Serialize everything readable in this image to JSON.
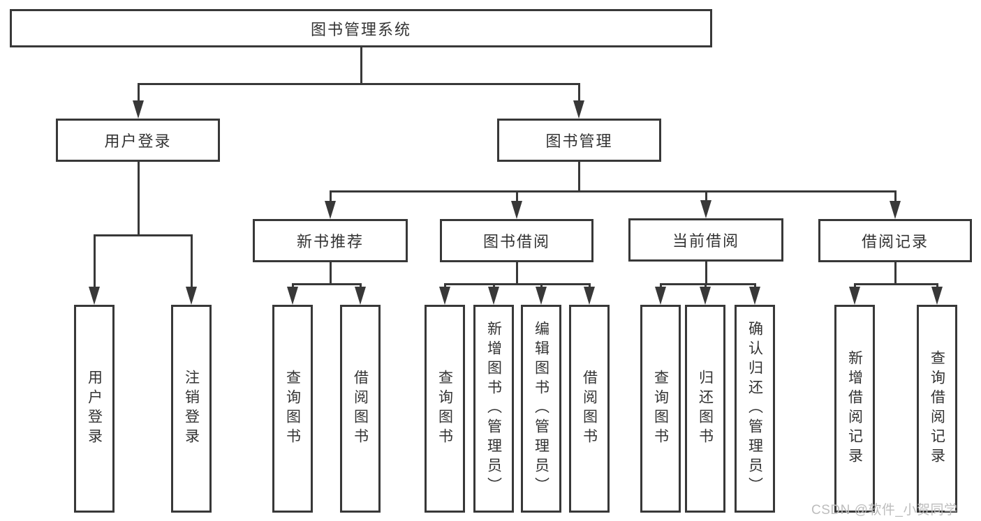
{
  "diagram": {
    "type": "hierarchy-tree",
    "root": {
      "label": "图书管理系统"
    },
    "branches": [
      {
        "label": "用户登录",
        "children": [
          {
            "label": "用户登录"
          },
          {
            "label": "注销登录"
          }
        ]
      },
      {
        "label": "图书管理",
        "children": [
          {
            "label": "新书推荐",
            "children": [
              {
                "label": "查询图书"
              },
              {
                "label": "借阅图书"
              }
            ]
          },
          {
            "label": "图书借阅",
            "children": [
              {
                "label": "查询图书"
              },
              {
                "label": "新增图书（管理员）"
              },
              {
                "label": "编辑图书（管理员）"
              },
              {
                "label": "借阅图书"
              }
            ]
          },
          {
            "label": "当前借阅",
            "children": [
              {
                "label": "查询图书"
              },
              {
                "label": "归还图书"
              },
              {
                "label": "确认归还（管理员）"
              }
            ]
          },
          {
            "label": "借阅记录",
            "children": [
              {
                "label": "新增借阅记录"
              },
              {
                "label": "查询借阅记录"
              }
            ]
          }
        ]
      }
    ]
  },
  "watermark": {
    "text": "CSDN @软件_小贺同学"
  },
  "colors": {
    "line": "#383838",
    "text": "#333333",
    "watermark": "#bdbdbd",
    "background": "#ffffff"
  }
}
